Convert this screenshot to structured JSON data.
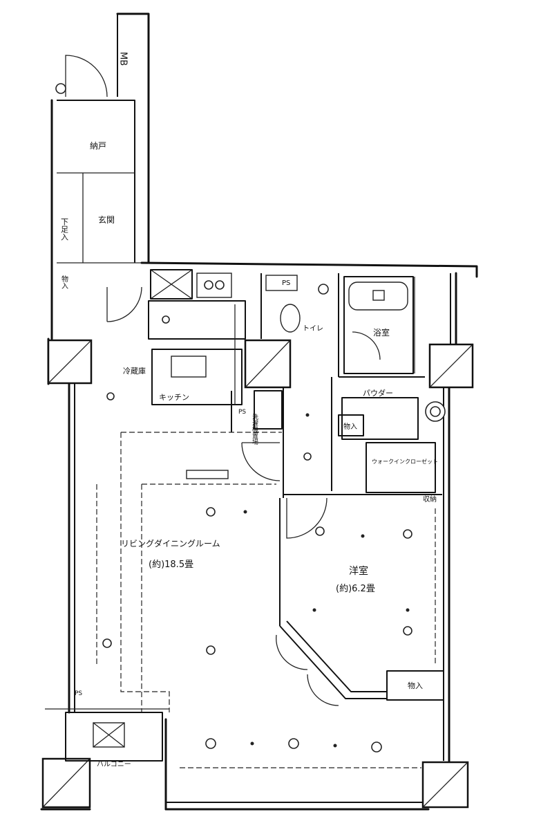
{
  "floor_plan": {
    "rooms": {
      "mb": "MB",
      "ldk_name": "リビングダイニングルーム",
      "ldk_area": "(約)18.5畳",
      "western_name": "洋室",
      "western_area": "(約)6.2畳",
      "kitchen": "キッチン",
      "genkan": "玄関",
      "bathroom": "浴室",
      "toilet": "トイレ",
      "powder": "パウダー",
      "walk_in_closet": "ウォークインクローゼット",
      "balcony": "バルコニー",
      "storage_room": "納戸"
    },
    "fixtures": {
      "closet": "物入",
      "shoe_box": "下足入",
      "ps": "PS",
      "storage": "収納",
      "refrigerator": "冷蔵庫",
      "washer": "洗濯機置場"
    }
  }
}
